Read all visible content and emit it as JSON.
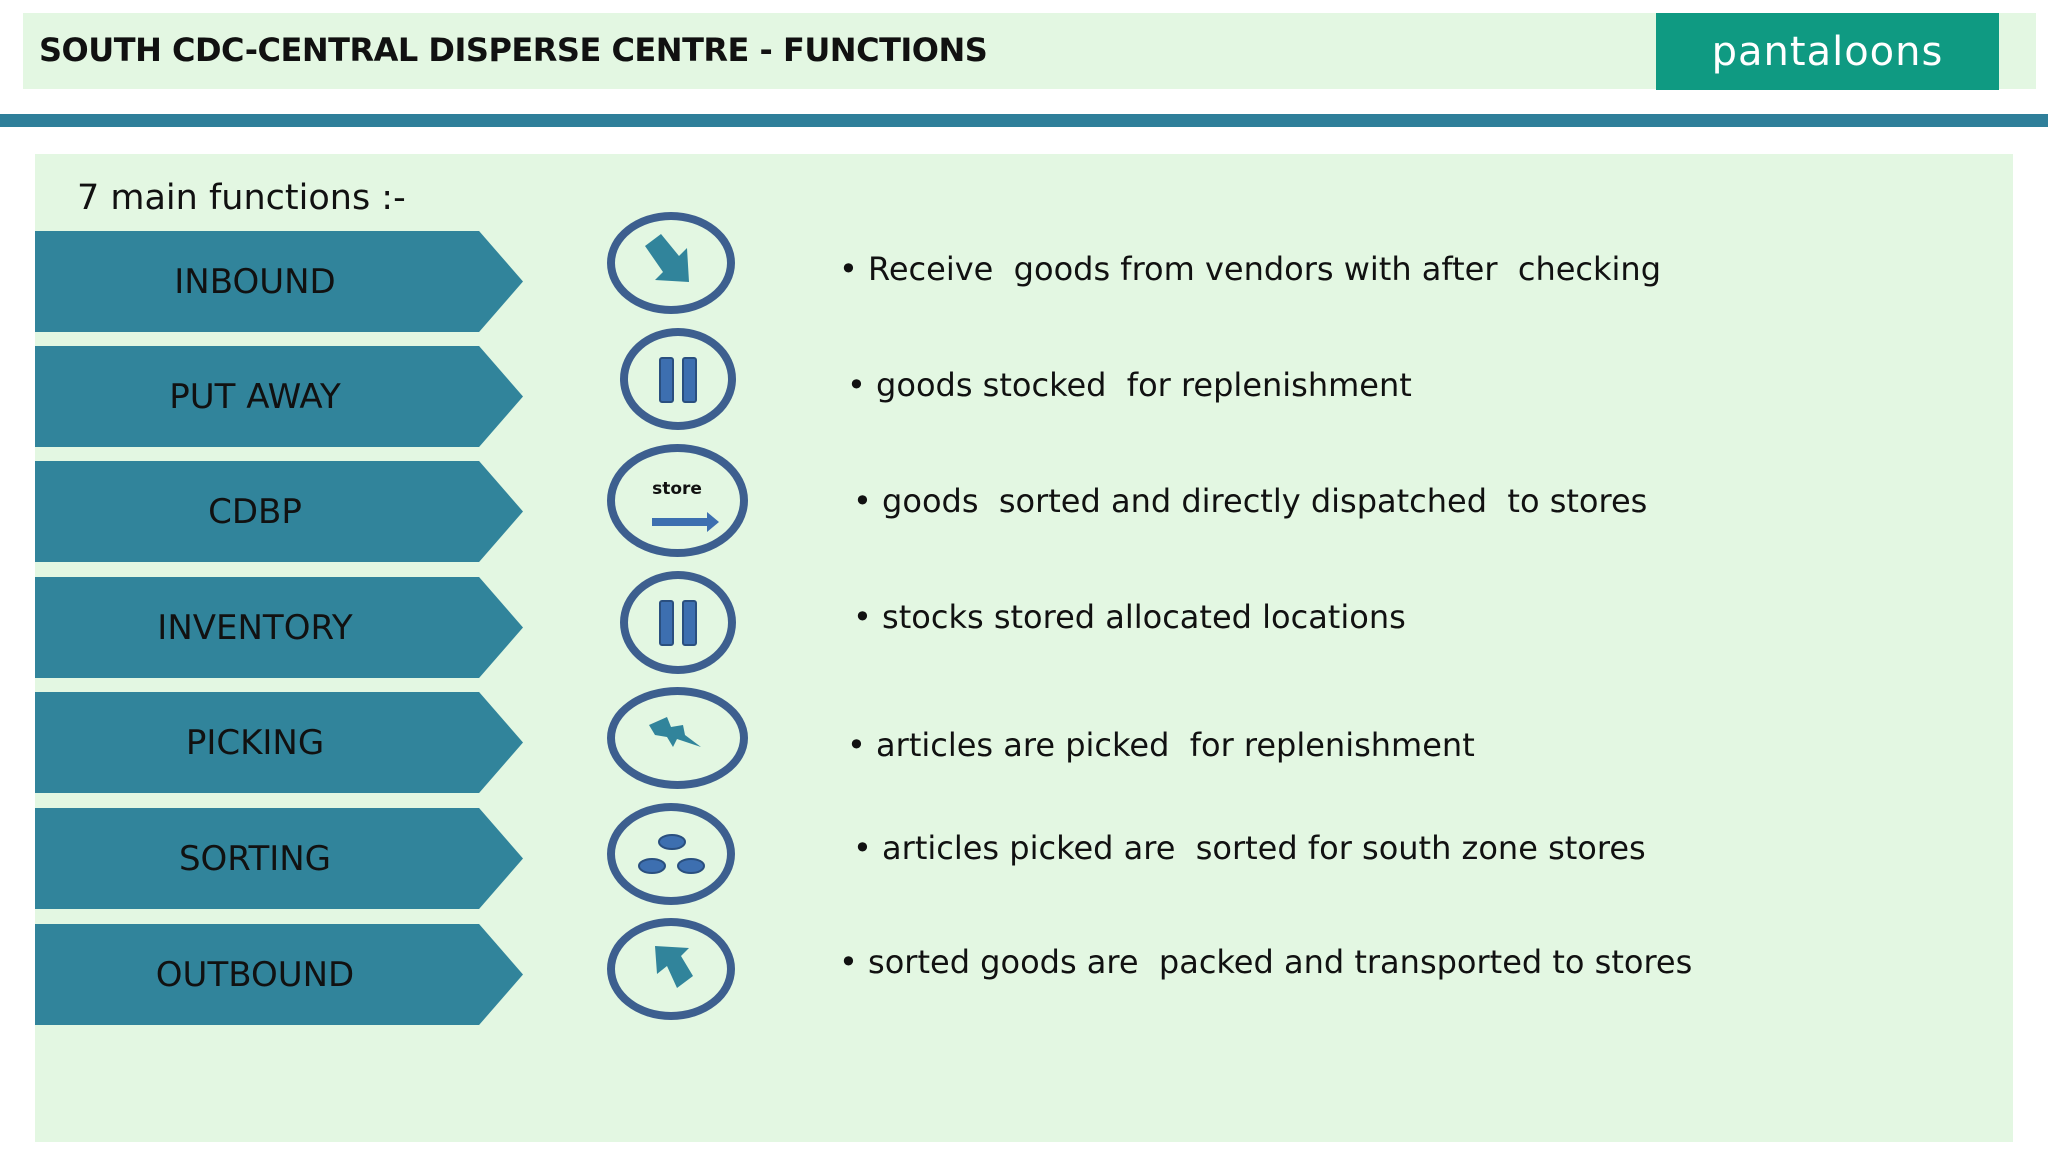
{
  "header": {
    "title": "SOUTH CDC-CENTRAL DISPERSE CENTRE - FUNCTIONS",
    "logo_text": "pantaloons"
  },
  "intro": "7 main functions :-",
  "functions": [
    {
      "label": "INBOUND",
      "icon": "arrow-down-right-icon",
      "description": "• Receive  goods from vendors with after  checking"
    },
    {
      "label": "PUT AWAY",
      "icon": "pause-icon",
      "description": "• goods stocked  for replenishment"
    },
    {
      "label": "CDBP",
      "icon": "store-arrow-icon",
      "icon_text": "store",
      "description": "• goods  sorted and directly dispatched  to stores"
    },
    {
      "label": "INVENTORY",
      "icon": "pause-icon",
      "description": "• stocks stored allocated locations"
    },
    {
      "label": "PICKING",
      "icon": "lightning-icon",
      "description": "• articles are picked  for replenishment"
    },
    {
      "label": "SORTING",
      "icon": "three-dots-icon",
      "description": "• articles picked are  sorted for south zone stores"
    },
    {
      "label": "OUTBOUND",
      "icon": "arrow-up-left-icon",
      "description": "• sorted goods are  packed and transported to stores"
    }
  ],
  "colors": {
    "arrow": "#31849b",
    "icon_ring": "#3d5f8f",
    "icon_fill": "#31849b",
    "panel": "#e3f7e2",
    "logo_bg": "#0f9a82",
    "rule": "#2f7f9a"
  }
}
